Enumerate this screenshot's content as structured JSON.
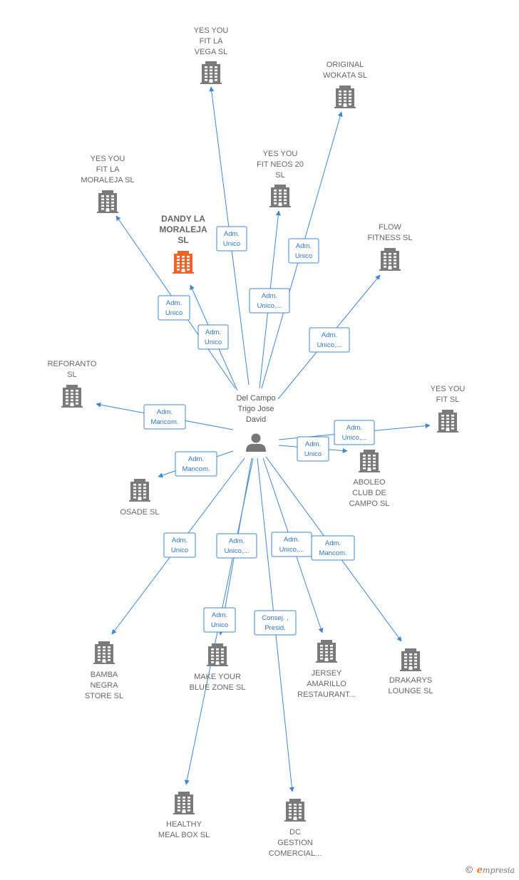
{
  "colors": {
    "edge": "#3d85d6",
    "building": "#7a7a7a",
    "highlight": "#f0622a",
    "person": "#777777"
  },
  "center": {
    "name_lines": [
      "Del Campo",
      "Trigo Jose",
      "David"
    ],
    "icon": "person-icon"
  },
  "companies": [
    {
      "id": "yes-you-fit-la-vega",
      "lines": [
        "YES YOU",
        "FIT LA",
        "VEGA  SL"
      ],
      "highlight": false
    },
    {
      "id": "original-wokata",
      "lines": [
        "ORIGINAL",
        "WOKATA  SL"
      ],
      "highlight": false
    },
    {
      "id": "yes-you-fit-la-moraleja",
      "lines": [
        "YES YOU",
        "FIT LA",
        "MORALEJA  SL"
      ],
      "highlight": false
    },
    {
      "id": "yes-you-fit-neos-20",
      "lines": [
        "YES YOU",
        "FIT NEOS 20",
        "SL"
      ],
      "highlight": false
    },
    {
      "id": "dandy-la-moraleja",
      "lines": [
        "DANDY LA",
        "MORALEJA",
        "SL"
      ],
      "highlight": true
    },
    {
      "id": "flow-fitness",
      "lines": [
        "FLOW",
        "FITNESS  SL"
      ],
      "highlight": false
    },
    {
      "id": "reforanto",
      "lines": [
        "REFORANTO",
        "SL"
      ],
      "highlight": false
    },
    {
      "id": "yes-you-fit",
      "lines": [
        "YES YOU",
        "FIT  SL"
      ],
      "highlight": false
    },
    {
      "id": "aboleo-club-de-campo",
      "lines": [
        "ABOLEO",
        "CLUB DE",
        "CAMPO  SL"
      ],
      "highlight": false
    },
    {
      "id": "osade",
      "lines": [
        "OSADE SL"
      ],
      "highlight": false
    },
    {
      "id": "bamba-negra-store",
      "lines": [
        "BAMBA",
        "NEGRA",
        "STORE  SL"
      ],
      "highlight": false
    },
    {
      "id": "make-your-blue-zone",
      "lines": [
        "MAKE YOUR",
        "BLUE ZONE  SL"
      ],
      "highlight": false
    },
    {
      "id": "jersey-amarillo",
      "lines": [
        "JERSEY",
        "AMARILLO",
        "RESTAURANT..."
      ],
      "highlight": false
    },
    {
      "id": "drakarys-lounge",
      "lines": [
        "DRAKARYS",
        "LOUNGE  SL"
      ],
      "highlight": false
    },
    {
      "id": "healthy-meal-box",
      "lines": [
        "HEALTHY",
        "MEAL BOX  SL"
      ],
      "highlight": false
    },
    {
      "id": "dc-gestion-comercial",
      "lines": [
        "DC",
        "GESTION",
        "COMERCIAL..."
      ],
      "highlight": false
    }
  ],
  "relations": [
    {
      "to": "yes-you-fit-la-vega",
      "lines": [
        "Adm.",
        "Unico"
      ]
    },
    {
      "to": "original-wokata",
      "lines": [
        "Adm.",
        "Unico"
      ]
    },
    {
      "to": "yes-you-fit-la-moraleja",
      "lines": [
        "Adm.",
        "Unico"
      ]
    },
    {
      "to": "yes-you-fit-neos-20",
      "lines": [
        "Adm.",
        "Unico,..."
      ]
    },
    {
      "to": "dandy-la-moraleja",
      "lines": [
        "Adm.",
        "Unico"
      ]
    },
    {
      "to": "flow-fitness",
      "lines": [
        "Adm.",
        "Unico,..."
      ]
    },
    {
      "to": "reforanto",
      "lines": [
        "Adm.",
        "Mancom."
      ]
    },
    {
      "to": "yes-you-fit",
      "lines": [
        "Adm.",
        "Unico,..."
      ]
    },
    {
      "to": "aboleo-club-de-campo",
      "lines": [
        "Adm.",
        "Unico"
      ]
    },
    {
      "to": "osade",
      "lines": [
        "Adm.",
        "Mancom."
      ]
    },
    {
      "to": "bamba-negra-store",
      "lines": [
        "Adm.",
        "Unico"
      ]
    },
    {
      "to": "make-your-blue-zone",
      "lines": [
        "Adm.",
        "Unico,..."
      ]
    },
    {
      "to": "jersey-amarillo",
      "lines": [
        "Adm.",
        "Unico,..."
      ]
    },
    {
      "to": "drakarys-lounge",
      "lines": [
        "Adm.",
        "Mancom."
      ]
    },
    {
      "to": "healthy-meal-box",
      "lines": [
        "Adm.",
        "Unico"
      ]
    },
    {
      "to": "dc-gestion-comercial",
      "lines": [
        "Consej. ,",
        "Presid."
      ]
    }
  ],
  "footer": {
    "copyright": "©",
    "brand_initial": "e",
    "brand_rest": "mpresia"
  }
}
